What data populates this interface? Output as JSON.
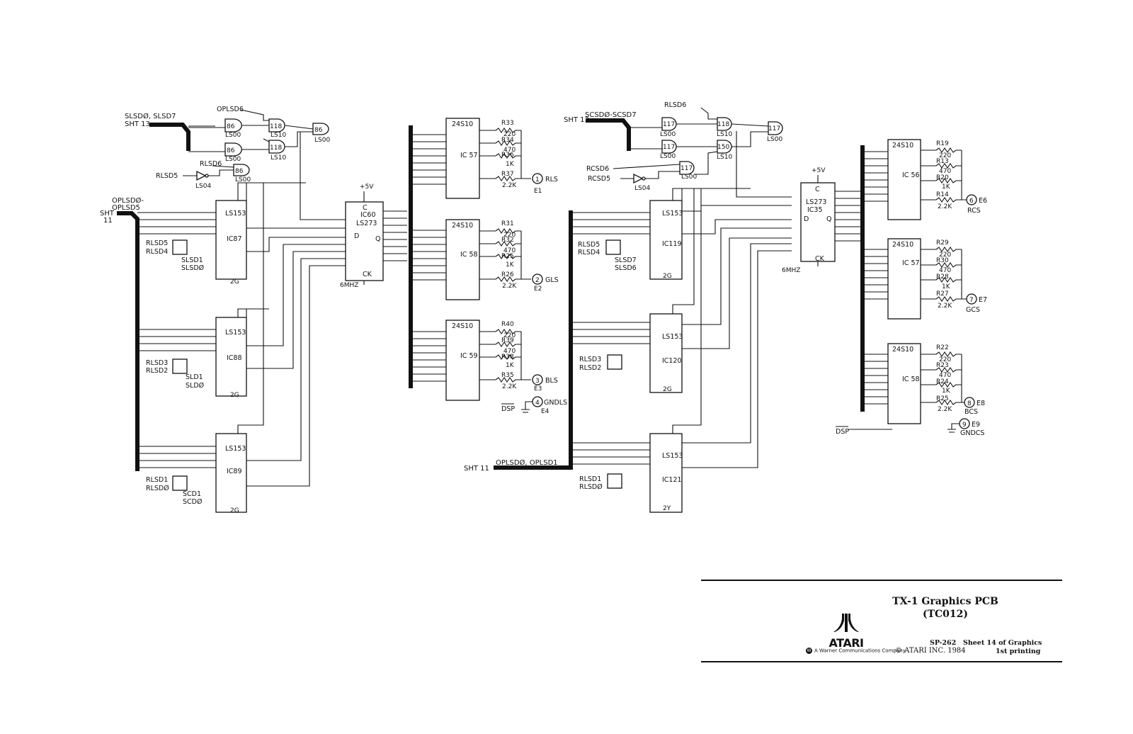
{
  "title_block": {
    "title_line1": "TX-1 Graphics PCB",
    "title_line2": "(TC012)",
    "logo": "ATARI",
    "subsidiary": "A Warner Communications Company",
    "copyright": "© ATARI INC. 1984",
    "doc_number": "SP-262",
    "sheet": "Sheet 14 of Graphics",
    "printing": "1st printing"
  },
  "left_section": {
    "ref_top": "SLSDØ, SLSD7",
    "sht_top": "SHT 13",
    "bus_label": "OPLSDØ-",
    "bus_label2": "OPLSD5",
    "sht_left": "SHT",
    "sht_left_num": "11",
    "oplsd6": "OPLSD6",
    "rlsd6": "RLSD6",
    "rlsd5": "RLSD5",
    "gate_86a": "86",
    "gate_86b": "86",
    "gate_86c": "86",
    "gate_86d": "86",
    "gate_118a": "118",
    "gate_118b": "118",
    "ls00": "LS00",
    "ls10": "LS10",
    "ls04": "LS04",
    "mux1": {
      "type": "LS153",
      "ref": "IC87",
      "in1": "RLSD5",
      "in2": "RLSD4",
      "in3": "SLSD1",
      "in4": "SLSDØ"
    },
    "mux2": {
      "type": "LS153",
      "ref": "IC88",
      "in1": "RLSD3",
      "in2": "RLSD2",
      "in3": "SLD1",
      "in4": "SLDØ"
    },
    "mux3": {
      "type": "LS153",
      "ref": "IC89",
      "in1": "RLSD1",
      "in2": "RLSDØ",
      "in3": "SCD1",
      "in4": "SCDØ"
    },
    "latch": {
      "part": "LS273",
      "ref": "IC60",
      "pwr": "+5V",
      "clk_lbl": "CK",
      "clk": "6MHZ",
      "q": "Q",
      "d": "D",
      "c": "C"
    },
    "prom1": {
      "part": "24S10",
      "ref": "IC 57"
    },
    "prom2": {
      "part": "24S10",
      "ref": "IC 58"
    },
    "prom3": {
      "part": "24S10",
      "ref": "IC 59"
    },
    "res1": [
      "R33",
      "220",
      "R34",
      "470",
      "R36",
      "1K",
      "R37",
      "2.2K"
    ],
    "res2": [
      "R31",
      "220",
      "R32",
      "470",
      "R25",
      "1K",
      "R26",
      "2.2K"
    ],
    "res3": [
      "R40",
      "220",
      "R39",
      "470",
      "R38",
      "1K",
      "R35",
      "2.2K"
    ],
    "out1": {
      "num": "1",
      "name": "RLS",
      "e": "E1"
    },
    "out2": {
      "num": "2",
      "name": "GLS",
      "e": "E2"
    },
    "out3": {
      "num": "3",
      "name": "BLS",
      "e": "E3"
    },
    "out4": {
      "num": "4",
      "name": "GNDLS",
      "e": "E4"
    },
    "dsp": "DSP"
  },
  "right_section": {
    "ref_top": "SCSDØ-SCSD7",
    "sht_top": "SHT 13",
    "bottom_bus": "OPLSDØ, OPLSD1",
    "sht_bottom": "SHT 11",
    "rlsd6": "RLSD6",
    "rcsd6": "RCSD6",
    "rcsd5": "RCSD5",
    "gate_117a": "117",
    "gate_117b": "117",
    "gate_117c": "117",
    "gate_117d": "117",
    "gate_118": "118",
    "gate_150": "150",
    "ls00": "LS00",
    "ls10": "LS10",
    "ls04": "LS04",
    "mux1": {
      "type": "LS153",
      "ref": "IC119",
      "in1": "RLSD5",
      "in2": "RLSD4",
      "in3": "SLSD7",
      "in4": "SLSD6"
    },
    "mux2": {
      "type": "LS153",
      "ref": "IC120",
      "in1": "RLSD3",
      "in2": "RLSD2"
    },
    "mux3": {
      "type": "LS153",
      "ref": "IC121",
      "in1": "RLSD1",
      "in2": "RLSDØ"
    },
    "latch": {
      "part": "LS273",
      "ref": "IC35",
      "pwr": "+5V",
      "clk_lbl": "CK",
      "clk": "6MHZ",
      "q": "Q",
      "d": "D",
      "c": "C"
    },
    "prom1": {
      "part": "24S10",
      "ref": "IC 56"
    },
    "prom2": {
      "part": "24S10",
      "ref": "IC 57"
    },
    "prom3": {
      "part": "24S10",
      "ref": "IC 58"
    },
    "res1": [
      "R19",
      "220",
      "R13",
      "470",
      "R20",
      "1K",
      "R14",
      "2.2K"
    ],
    "res2": [
      "R29",
      "220",
      "R30",
      "470",
      "R28",
      "1K",
      "R27",
      "2.2K"
    ],
    "res3": [
      "R22",
      "220",
      "R23",
      "470",
      "R24",
      "1K",
      "R25",
      "2.2K"
    ],
    "out1": {
      "num": "6",
      "name": "RCS",
      "e": "E6"
    },
    "out2": {
      "num": "7",
      "name": "GCS",
      "e": "E7"
    },
    "out3": {
      "num": "8",
      "name": "BCS",
      "e": "E8"
    },
    "out4": {
      "num": "9",
      "name": "GNDCS",
      "e": "E9"
    },
    "dsp": "DSP"
  }
}
